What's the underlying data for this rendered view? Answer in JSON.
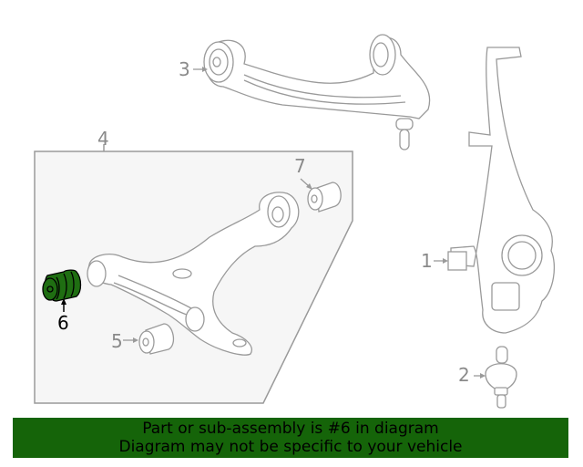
{
  "diagram": {
    "callouts": [
      {
        "id": "1",
        "label": "1"
      },
      {
        "id": "2",
        "label": "2"
      },
      {
        "id": "3",
        "label": "3"
      },
      {
        "id": "4",
        "label": "4"
      },
      {
        "id": "5",
        "label": "5"
      },
      {
        "id": "6",
        "label": "6",
        "highlighted": true
      },
      {
        "id": "7",
        "label": "7"
      }
    ],
    "parts": [
      {
        "callout": "1",
        "name": "steering-knuckle"
      },
      {
        "callout": "2",
        "name": "lower-ball-joint"
      },
      {
        "callout": "3",
        "name": "upper-control-arm"
      },
      {
        "callout": "4",
        "name": "lower-control-arm-assembly"
      },
      {
        "callout": "5",
        "name": "bushing"
      },
      {
        "callout": "6",
        "name": "bushing-highlighted"
      },
      {
        "callout": "7",
        "name": "bushing"
      }
    ],
    "colors": {
      "line": "#9a9a9a",
      "highlight": "#1f6e12",
      "box_fill": "#f6f6f6",
      "banner": "#156409"
    }
  },
  "banner": {
    "line1": "Part or sub-assembly is #6 in diagram",
    "line2": "Diagram may not be specific to your vehicle"
  }
}
